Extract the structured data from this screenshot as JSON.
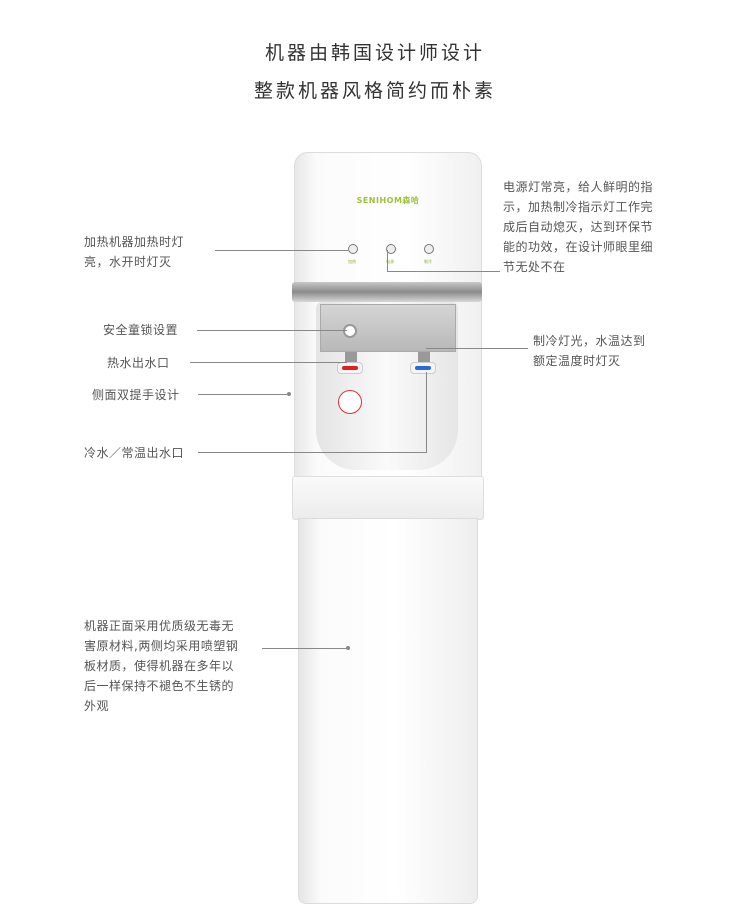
{
  "header": {
    "line1": "机器由韩国设计师设计",
    "line2": "整款机器风格简约而朴素"
  },
  "machine": {
    "brand": "SENIHOM森哈",
    "indicator_labels": [
      "加热",
      "电源",
      "制冷"
    ]
  },
  "annotations": {
    "heating_light": [
      "加热机器加热时灯",
      "亮，水开时灯灭"
    ],
    "power_light": [
      "电源灯常亮，给人鲜明的指",
      "示，加热制冷指示灯工作完",
      "成后自动熄灭，达到环保节",
      "能的功效，在设计师眼里细",
      "节无处不在"
    ],
    "child_lock": "安全童锁设置",
    "hot_outlet": "热水出水口",
    "side_handle": "侧面双提手设计",
    "cooling_light": [
      "制冷灯光，水温达到",
      "额定温度时灯灭"
    ],
    "cold_outlet": "冷水／常温出水口",
    "material": [
      "机器正面采用优质级无毒无",
      "害原材料,两侧均采用喷塑钢",
      "板材质，使得机器在多年以",
      "后一样保持不褪色不生锈的",
      "外观"
    ]
  }
}
